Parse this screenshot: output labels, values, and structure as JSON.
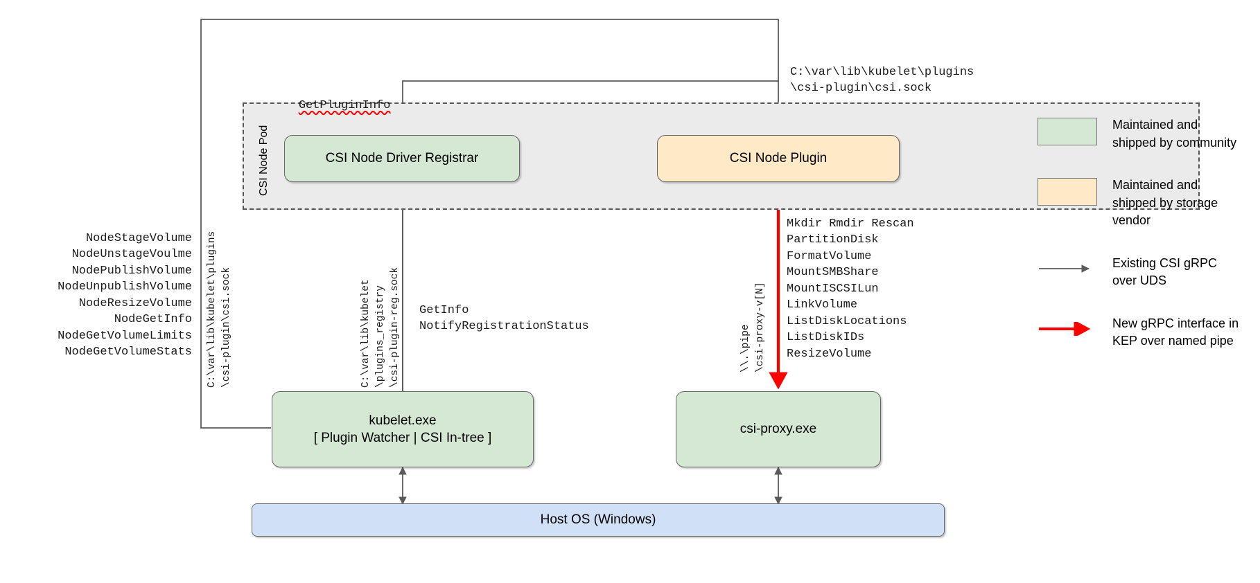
{
  "diagram": {
    "title": "CSI Proxy architecture on Windows nodes",
    "pod": {
      "label": "CSI Node Pod"
    },
    "nodes": {
      "registrar": {
        "label": "CSI Node Driver Registrar",
        "color": "#d5e8d4"
      },
      "node_plugin": {
        "label": "CSI Node Plugin",
        "color": "#ffe9c6"
      },
      "kubelet": {
        "line1": "kubelet.exe",
        "line2": "[ Plugin Watcher | CSI In-tree ]",
        "color": "#d5e8d4"
      },
      "csi_proxy": {
        "label": "csi-proxy.exe",
        "color": "#d5e8d4"
      },
      "host_os": {
        "label": "Host OS (Windows)",
        "color": "#cfe0f7"
      }
    },
    "labels": {
      "get_plugin_info": "GetPluginInfo",
      "plugin_socket_path": "C:\\var\\lib\\kubelet\\plugins\n\\csi-plugin\\csi.sock",
      "csi_rpc_list": "NodeStageVolume\nNodeUnstageVoulme\nNodePublishVolume\nNodeUnpublishVolume\nNodeResizeVolume\nNodeGetInfo\nNodeGetVolumeLimits\nNodeGetVolumeStats",
      "left_socket_path": "C:\\var\\lib\\kubelet\\plugins\n\\csi-plugin\\csi.sock",
      "registry_socket_path": "C:\\var\\lib\\kubelet\n\\plugins_registry\n\\csi-plugin-reg.sock",
      "registration_rpcs": "GetInfo\nNotifyRegistrationStatus",
      "named_pipe_path": "\\\\.\\pipe\n\\csi-proxy-v[N]",
      "csi_proxy_api_list": "Mkdir Rmdir Rescan\nPartitionDisk\nFormatVolume\nMountSMBShare\nMountISCSILun\nLinkVolume\nListDiskLocations\nListDiskIDs\nResizeVolume"
    },
    "legend": {
      "items": [
        {
          "kind": "swatch",
          "color": "#d5e8d4",
          "text": "Maintained and shipped by community"
        },
        {
          "kind": "swatch",
          "color": "#ffe9c6",
          "text": "Maintained and shipped by storage vendor"
        },
        {
          "kind": "arrow",
          "color": "#5a5a5a",
          "text": "Existing CSI gRPC over UDS"
        },
        {
          "kind": "arrow",
          "color": "#ff0000",
          "text": "New gRPC interface in KEP over named pipe"
        }
      ]
    },
    "colors": {
      "community_green": "#d5e8d4",
      "vendor_cream": "#ffe9c6",
      "host_blue": "#cfe0f7",
      "pod_gray": "#ebebeb",
      "edge_gray": "#5a5a5a",
      "new_interface_red": "#ff0000"
    }
  }
}
